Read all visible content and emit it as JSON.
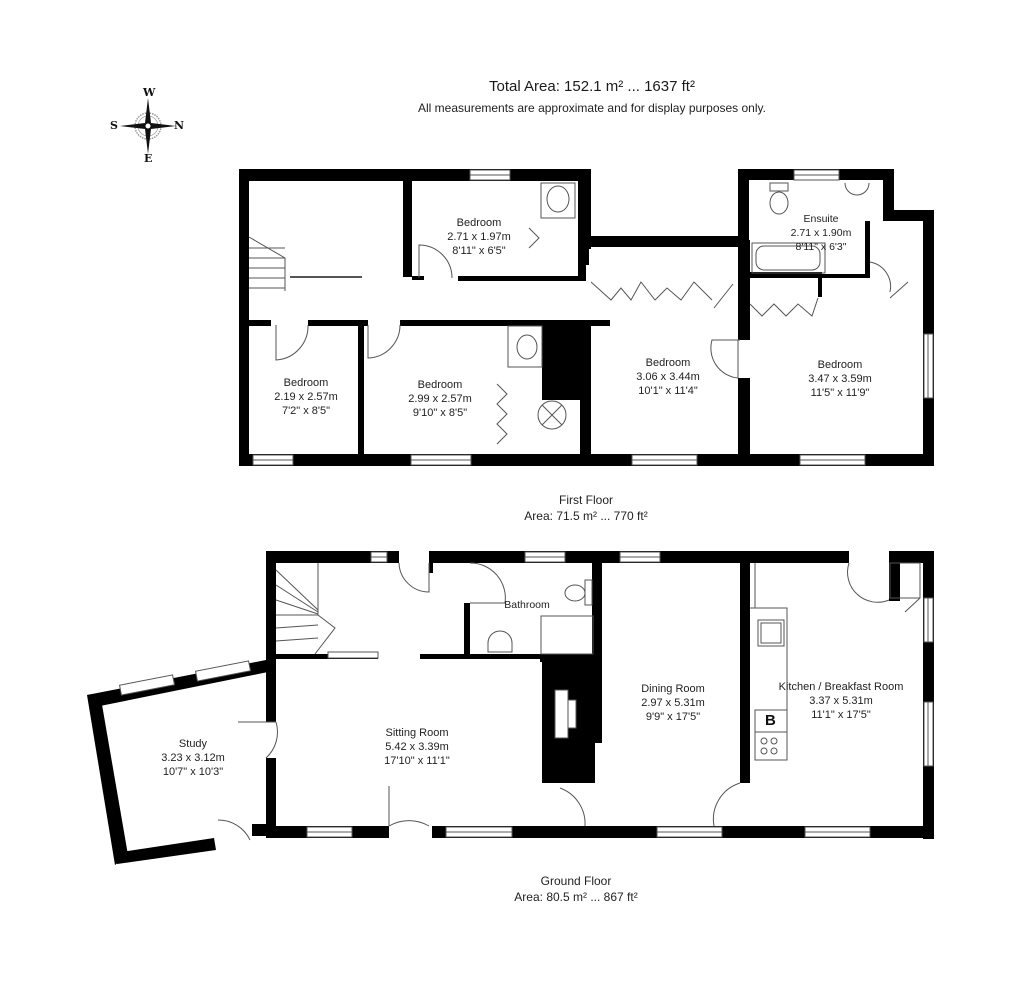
{
  "header": {
    "total_area": "Total Area: 152.1 m² ... 1637 ft²",
    "disclaimer": "All measurements are approximate and for display purposes only."
  },
  "compass": {
    "top": "W",
    "left": "S",
    "right": "N",
    "bottom": "E"
  },
  "first_floor": {
    "name": "First Floor",
    "area": "Area: 71.5 m² ... 770 ft²",
    "rooms": [
      {
        "name": "Bedroom",
        "metric": "2.71 x 1.97m",
        "imperial": "8'11\" x 6'5\""
      },
      {
        "name": "Ensuite",
        "metric": "2.71 x 1.90m",
        "imperial": "8'11\" x 6'3\""
      },
      {
        "name": "Bedroom",
        "metric": "2.19 x 2.57m",
        "imperial": "7'2\" x 8'5\""
      },
      {
        "name": "Bedroom",
        "metric": "2.99 x 2.57m",
        "imperial": "9'10\" x 8'5\""
      },
      {
        "name": "Bedroom",
        "metric": "3.06 x 3.44m",
        "imperial": "10'1\" x 11'4\""
      },
      {
        "name": "Bedroom",
        "metric": "3.47 x 3.59m",
        "imperial": "11'5\" x 11'9\""
      }
    ]
  },
  "ground_floor": {
    "name": "Ground Floor",
    "area": "Area: 80.5 m² ... 867 ft²",
    "rooms": [
      {
        "name": "Bathroom"
      },
      {
        "name": "Study",
        "metric": "3.23 x 3.12m",
        "imperial": "10'7\" x 10'3\""
      },
      {
        "name": "Sitting Room",
        "metric": "5.42 x 3.39m",
        "imperial": "17'10\" x 11'1\""
      },
      {
        "name": "Dining Room",
        "metric": "2.97 x 5.31m",
        "imperial": "9'9\" x 17'5\""
      },
      {
        "name": "Kitchen / Breakfast Room",
        "metric": "3.37 x 5.31m",
        "imperial": "11'1\" x 17'5\""
      }
    ],
    "boiler_label": "B"
  },
  "colors": {
    "wall": "#000000",
    "fixture": "#555555",
    "background": "#ffffff"
  }
}
